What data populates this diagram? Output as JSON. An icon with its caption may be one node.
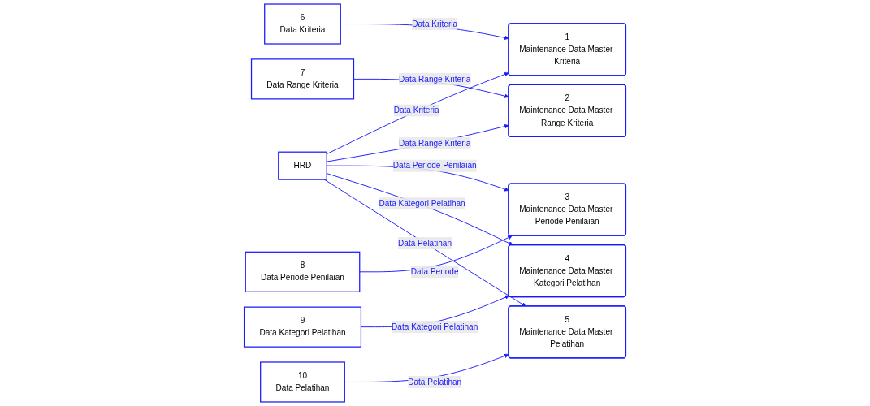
{
  "diagram": {
    "nodes": [
      {
        "text": [
          "HRD"
        ]
      },
      {
        "text": [
          "1",
          "Maintenance Data Master Kriteria"
        ]
      },
      {
        "text": [
          "2",
          "Maintenance Data Master Range Kriteria"
        ]
      },
      {
        "text": [
          "3",
          "Maintenance Data Master Periode Penilaian"
        ]
      },
      {
        "text": [
          "4",
          "Maintenance Data Master Kategori Pelatihan"
        ]
      },
      {
        "text": [
          "5",
          "Maintenance Data Master Pelatihan"
        ]
      },
      {
        "text": [
          "6",
          "Data Kriteria"
        ]
      },
      {
        "text": [
          "7",
          "Data Range Kriteria"
        ]
      },
      {
        "text": [
          "8",
          "Data Periode Penilaian"
        ]
      },
      {
        "text": [
          "9",
          "Data Kategori Pelatihan"
        ]
      },
      {
        "text": [
          "10",
          "Data Pelatihan"
        ]
      }
    ],
    "edges": [
      {
        "from": 0,
        "to": 1,
        "arrow": "to",
        "label": "Data Kriteria"
      },
      {
        "from": 0,
        "to": 2,
        "arrow": "to",
        "label": "Data Range Kriteria"
      },
      {
        "from": 0,
        "to": 3,
        "arrow": "to",
        "label": "Data Periode Penilaian"
      },
      {
        "from": 0,
        "to": 4,
        "arrow": "to",
        "label": "Data Kategori Pelatihan"
      },
      {
        "from": 0,
        "to": 5,
        "arrow": "to",
        "label": "Data Pelatihan"
      },
      {
        "from": 6,
        "to": 1,
        "arrow": "to",
        "label": "Data Kriteria"
      },
      {
        "from": 7,
        "to": 2,
        "arrow": "to",
        "label": "Data Range Kriteria"
      },
      {
        "from": 8,
        "to": 3,
        "arrow": "to",
        "label": "Data Periode"
      },
      {
        "from": 9,
        "to": 4,
        "arrow": "to",
        "label": "Data Kategori Pelatihan"
      },
      {
        "from": 10,
        "to": 5,
        "arrow": "to",
        "label": "Data Pelatihan"
      }
    ]
  }
}
